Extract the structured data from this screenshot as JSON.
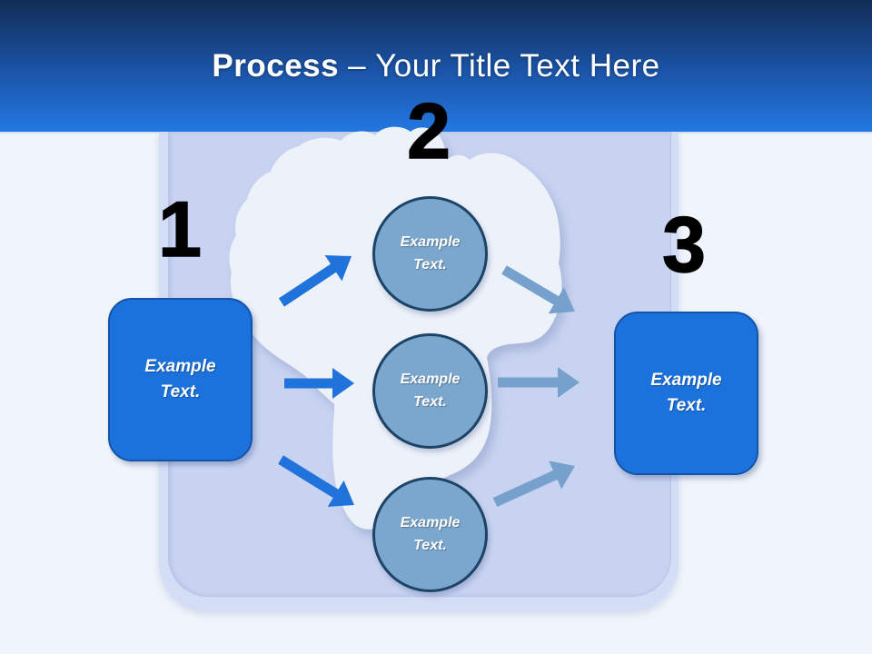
{
  "slide": {
    "title": {
      "emphasis": "Process",
      "dash": "–",
      "text": "Your Title Text Here"
    }
  },
  "process": {
    "step1": {
      "number": "1",
      "label": "Example Text."
    },
    "step2": {
      "number": "2",
      "circles": [
        {
          "label": "Example Text."
        },
        {
          "label": "Example Text."
        },
        {
          "label": "Example Text."
        }
      ]
    },
    "step3": {
      "number": "3",
      "label": "Example Text."
    }
  },
  "colors": {
    "header_gradient_top": "#112c55",
    "header_gradient_bottom": "#2278e2",
    "background": "#f0f4fb",
    "panel_outer": "#d4ddf6",
    "panel_inner": "#c8d3f1",
    "box_fill": "#1c72dd",
    "box_border": "#1353a8",
    "circle_fill": "#7ba7ce",
    "circle_border": "#1d4466",
    "arrow_blue": "#2173dc",
    "arrow_steel": "#76a1cd",
    "silhouette_fill": "#edf2fa",
    "number_color": "#000000",
    "title_color": "#ffffff"
  }
}
